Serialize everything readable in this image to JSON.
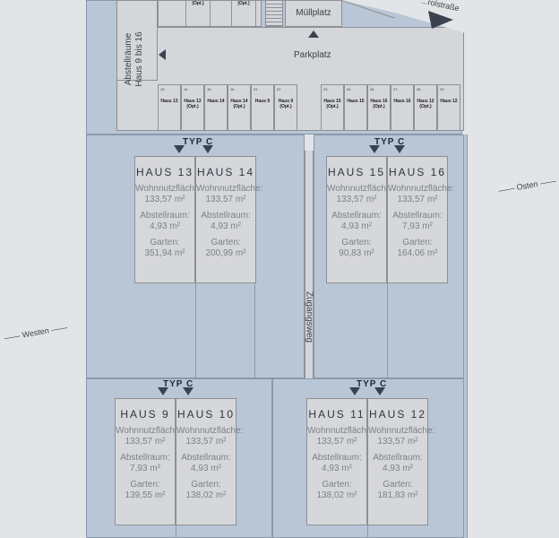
{
  "labels": {
    "muellplatz": "Müllplatz",
    "parkplatz": "Parkplatz",
    "abstell_line1": "Abstellräume",
    "abstell_line2": "Haus 9 bis 16",
    "zugangsweg": "Zugangsweg",
    "westen": "Westen",
    "osten": "Osten",
    "strasse": "...rolstraße",
    "typ": "TYP C"
  },
  "top_spots": [
    {
      "label": "(Opt.)"
    },
    {
      "label": "(Opt.)"
    }
  ],
  "parking_left": [
    {
      "num": "13",
      "label": "Haus 13"
    },
    {
      "num": "14",
      "label": "Haus 13 (Opt.)"
    },
    {
      "num": "15",
      "label": "Haus 14"
    },
    {
      "num": "16",
      "label": "Haus 14 (Opt.)"
    },
    {
      "num": "21",
      "label": "Haus 9"
    },
    {
      "num": "22",
      "label": "Haus 9 (Opt.)"
    }
  ],
  "parking_right": [
    {
      "num": "23",
      "label": "Haus 15 (Opt.)"
    },
    {
      "num": "24",
      "label": "Haus 15"
    },
    {
      "num": "25",
      "label": "Haus 16 (Opt.)"
    },
    {
      "num": "27",
      "label": "Haus 16"
    },
    {
      "num": "28",
      "label": "Haus 12 (Opt.)"
    },
    {
      "num": "29",
      "label": "Haus 12"
    }
  ],
  "houses": [
    {
      "name": "HAUS 13",
      "wohn_label": "Wohnnutzfläche:",
      "wohn": "133,57 m²",
      "abst_label": "Abstellraum:",
      "abst": "4,93 m²",
      "garten_label": "Garten:",
      "garten": "351,94 m²"
    },
    {
      "name": "HAUS 14",
      "wohn_label": "Wohnnutzfläche:",
      "wohn": "133,57 m²",
      "abst_label": "Abstellraum:",
      "abst": "4,93 m²",
      "garten_label": "Garten:",
      "garten": "200,99 m²"
    },
    {
      "name": "HAUS 15",
      "wohn_label": "Wohnnutzfläche:",
      "wohn": "133,57 m²",
      "abst_label": "Abstellraum:",
      "abst": "4,93 m²",
      "garten_label": "Garten:",
      "garten": "90,83 m²"
    },
    {
      "name": "HAUS 16",
      "wohn_label": "Wohnnutzfläche:",
      "wohn": "133,57 m²",
      "abst_label": "Abstellraum:",
      "abst": "7,93 m²",
      "garten_label": "Garten:",
      "garten": "164,06 m²"
    },
    {
      "name": "HAUS 9",
      "wohn_label": "Wohnnutzfläche:",
      "wohn": "133,57 m²",
      "abst_label": "Abstellraum:",
      "abst": "7,93 m²",
      "garten_label": "Garten:",
      "garten": "139,55 m²"
    },
    {
      "name": "HAUS 10",
      "wohn_label": "Wohnnutzfläche:",
      "wohn": "133,57 m²",
      "abst_label": "Abstellraum:",
      "abst": "4,93 m²",
      "garten_label": "Garten:",
      "garten": "138,02 m²"
    },
    {
      "name": "HAUS 11",
      "wohn_label": "Wohnnutzfläche:",
      "wohn": "133,57 m²",
      "abst_label": "Abstellraum:",
      "abst": "4,93 m²",
      "garten_label": "Garten:",
      "garten": "138,02 m²"
    },
    {
      "name": "HAUS 12",
      "wohn_label": "Wohnnutzfläche:",
      "wohn": "133,57 m²",
      "abst_label": "Abstellraum:",
      "abst": "4,93 m²",
      "garten_label": "Garten:",
      "garten": "181,83 m²"
    }
  ]
}
